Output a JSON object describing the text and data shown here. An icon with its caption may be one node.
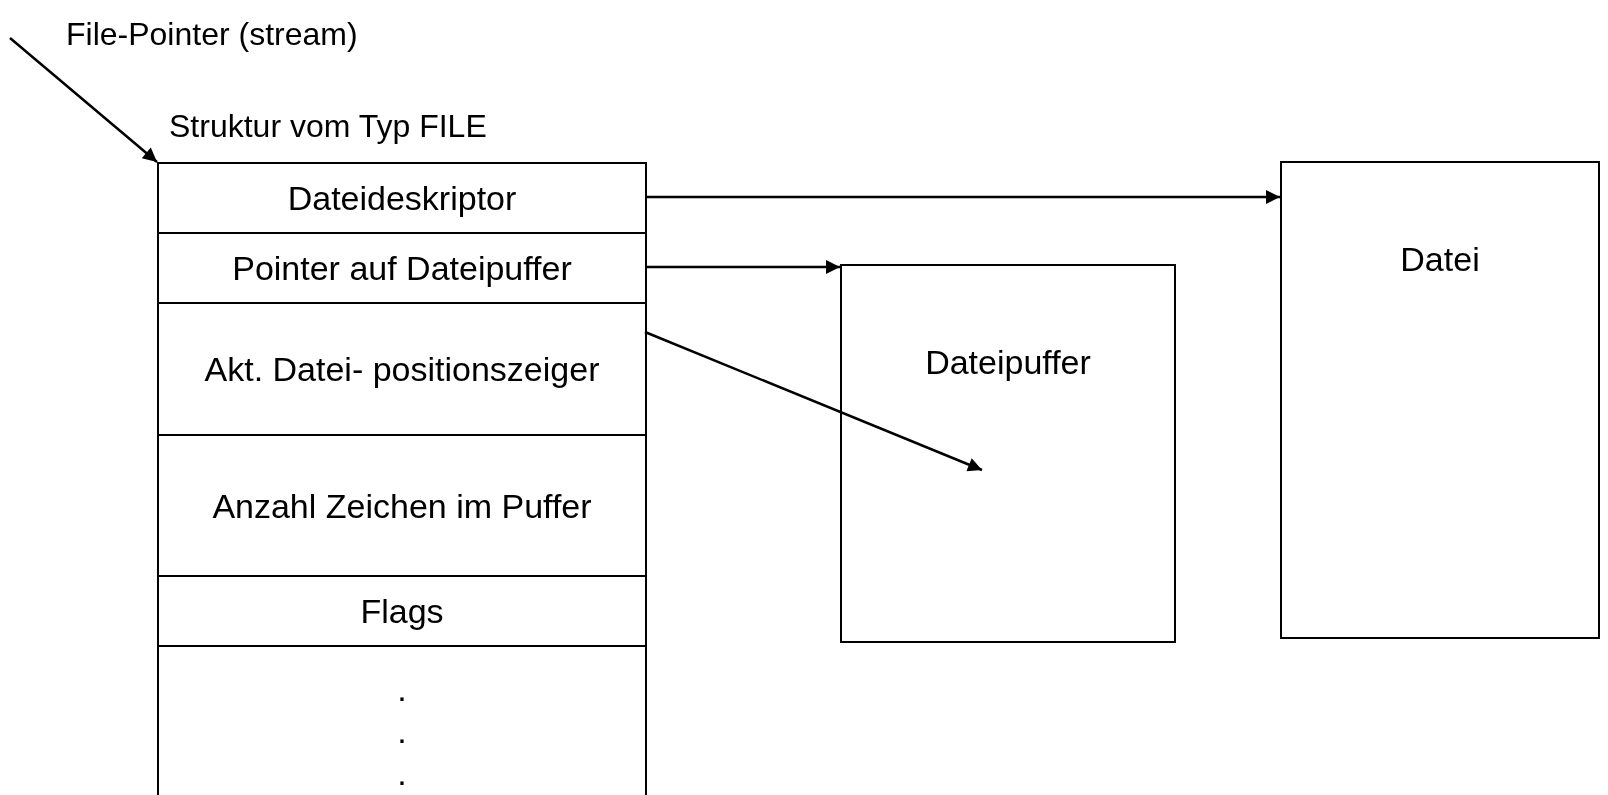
{
  "diagram": {
    "nodes": [
      {
        "text": [
          "Struktur vom Typ FILE"
        ]
      },
      {
        "text": [
          "Dateideskriptor"
        ],
        "in": 0
      },
      {
        "text": [
          "Pointer auf Dateipuffer"
        ],
        "in": 0
      },
      {
        "text": [
          "Akt. Datei- positionszeiger"
        ],
        "in": 0
      },
      {
        "text": [
          "Anzahl Zeichen im Puffer"
        ],
        "in": 0
      },
      {
        "text": [
          "Flags"
        ],
        "in": 0
      },
      {
        "text": [
          ".",
          ".",
          "."
        ],
        "in": 0
      },
      {
        "text": [
          "Dateipuffer"
        ]
      },
      {
        "text": [
          "Datei"
        ]
      }
    ],
    "edges": [
      {
        "from": null,
        "to": 0,
        "arrow": "to",
        "label": "File-Pointer (stream)"
      },
      {
        "from": 1,
        "to": 8,
        "arrow": "to"
      },
      {
        "from": 2,
        "to": 7,
        "arrow": "to"
      },
      {
        "from": 3,
        "to": 7,
        "arrow": "to"
      }
    ]
  }
}
